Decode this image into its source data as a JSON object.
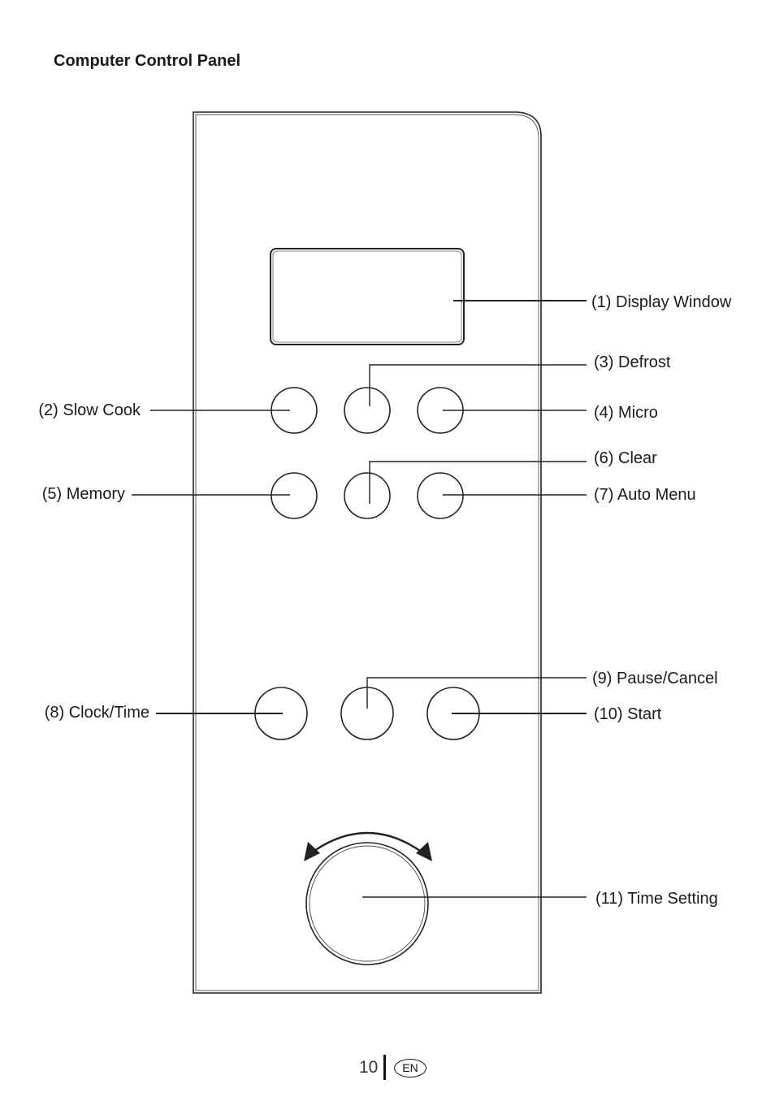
{
  "heading": "Computer Control Panel",
  "labels": {
    "display_window": "(1) Display Window",
    "slow_cook": "(2) Slow Cook",
    "defrost": "(3) Defrost",
    "micro": "(4) Micro",
    "memory": "(5) Memory",
    "clear": "(6) Clear",
    "auto_menu": "(7) Auto Menu",
    "clock_time": "(8) Clock/Time",
    "pause_cancel": "(9) Pause/Cancel",
    "start": "(10) Start",
    "time_setting": "(11) Time Setting"
  },
  "footer": {
    "page_number": "10",
    "language": "EN"
  }
}
